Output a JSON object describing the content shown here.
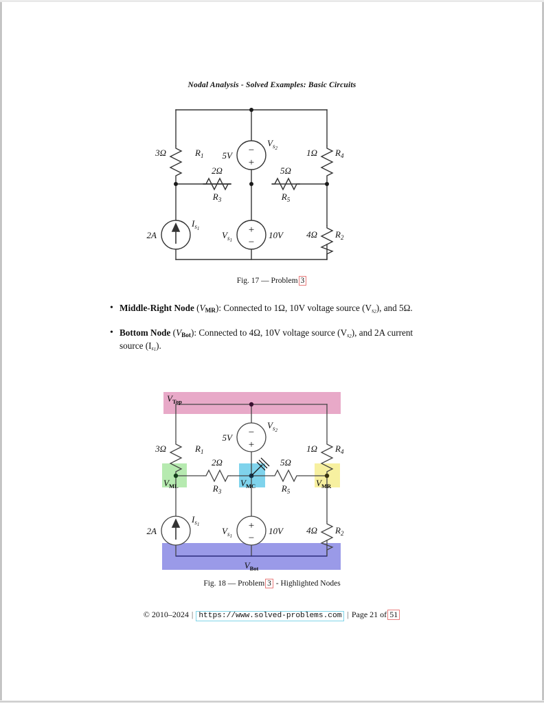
{
  "document": {
    "running_head": "Nodal Analysis -  Solved Examples: Basic Circuits"
  },
  "figure1": {
    "caption_prefix": "Fig. 17 — Problem",
    "caption_ref": "3",
    "caption_suffix": "",
    "components": {
      "r1_value": "3Ω",
      "r1_label": "R",
      "r1_sub": "1",
      "r3_value": "2Ω",
      "r3_label": "R",
      "r3_sub": "3",
      "r4_value": "1Ω",
      "r4_label": "R",
      "r4_sub": "4",
      "r5_value": "5Ω",
      "r5_label": "R",
      "r5_sub": "5",
      "r2_value": "4Ω",
      "r2_label": "R",
      "r2_sub": "2",
      "vs2_value": "5V",
      "vs2_label": "V",
      "vs2_sub": "s",
      "vs2_subsub": "2",
      "vs1_value": "10V",
      "vs1_label": "V",
      "vs1_sub": "s",
      "vs1_subsub": "1",
      "is1_value": "2A",
      "is1_label": "I",
      "is1_sub": "s",
      "is1_subsub": "1",
      "vs2_top_sign": "−",
      "vs2_bottom_sign": "+",
      "vs1_top_sign": "+",
      "vs1_bottom_sign": "−"
    }
  },
  "bullets": [
    {
      "title": "Middle-Right Node",
      "title_var": "V",
      "title_var_sub": "MR",
      "body": ": Connected to 1Ω, 10V voltage source (V",
      "body_sub": "s",
      "body_subsub": "2",
      "body_end": "), and 5Ω."
    },
    {
      "title": "Bottom Node",
      "title_var": "V",
      "title_var_sub": "Bot",
      "body": ": Connected to 4Ω, 10V voltage source (V",
      "body_sub": "s",
      "body_subsub": "2",
      "body_end": "), and 2A current source (I",
      "body_end_sub": "s",
      "body_end_subsub": "1",
      "body_tail": ")."
    }
  ],
  "figure2": {
    "caption_prefix": "Fig. 18 — Problem",
    "caption_ref": "3",
    "caption_suffix": "- Highlighted Nodes",
    "nodes": {
      "top_label": "V",
      "top_sub": "Top",
      "top_color": "#e8a9c8",
      "ml_label": "V",
      "ml_sub": "ML",
      "ml_color": "#b6eab0",
      "mc_label": "V",
      "mc_sub": "MC",
      "mc_color": "#7fd3ec",
      "mr_label": "V",
      "mr_sub": "MR",
      "mr_color": "#f7f0a0",
      "bot_label": "V",
      "bot_sub": "Bot",
      "bot_color": "#9a9ae8"
    },
    "components": {
      "r1_value": "3Ω",
      "r1_label": "R",
      "r1_sub": "1",
      "r3_value": "2Ω",
      "r3_label": "R",
      "r3_sub": "3",
      "r4_value": "1Ω",
      "r4_label": "R",
      "r4_sub": "4",
      "r5_value": "5Ω",
      "r5_label": "R",
      "r5_sub": "5",
      "r2_value": "4Ω",
      "r2_label": "R",
      "r2_sub": "2",
      "vs2_value": "5V",
      "vs2_label": "V",
      "vs2_sub": "s",
      "vs2_subsub": "2",
      "vs1_value": "10V",
      "vs1_label": "V",
      "vs1_sub": "s",
      "vs1_subsub": "1",
      "is1_value": "2A",
      "is1_label": "I",
      "is1_sub": "s",
      "is1_subsub": "1",
      "vs2_top_sign": "−",
      "vs2_bottom_sign": "+",
      "vs1_top_sign": "+",
      "vs1_bottom_sign": "−"
    }
  },
  "footer": {
    "copyright": "© 2010–2024",
    "sep1": "|",
    "url": "https://www.solved-problems.com",
    "sep2": "|",
    "page_text": "Page 21 of",
    "page_total": "51"
  }
}
